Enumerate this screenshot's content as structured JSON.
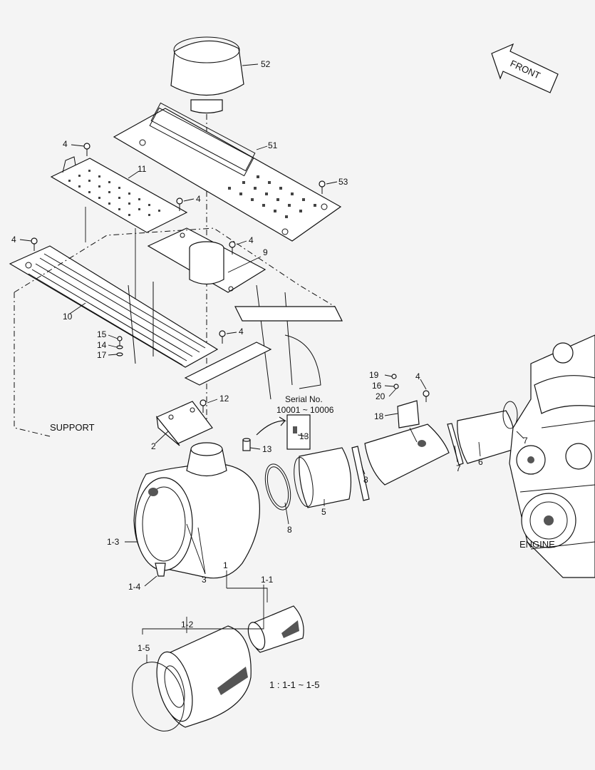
{
  "diagram": {
    "front_arrow_text": "FRONT",
    "support_label": "SUPPORT",
    "engine_label": "ENGINE",
    "serial_title": "Serial No.",
    "serial_range": "10001 ~ 10006",
    "kit_note": "1 : 1-1 ~ 1-5"
  },
  "callouts": {
    "c52": "52",
    "c51": "51",
    "c53": "53",
    "c11": "11",
    "c4a": "4",
    "c4b": "4",
    "c4c": "4",
    "c4d": "4",
    "c4e": "4",
    "c4f": "4",
    "c9": "9",
    "c10": "10",
    "c15": "15",
    "c14": "14",
    "c17": "17",
    "c12": "12",
    "c2": "2",
    "c13a": "13",
    "c13b": "13",
    "c19": "19",
    "c16": "16",
    "c20": "20",
    "c18": "18",
    "c7a": "7",
    "c7b": "7",
    "c6": "6",
    "c5": "5",
    "c8a": "8",
    "c8b": "8",
    "c1_3": "1-3",
    "c1_4": "1-4",
    "c3": "3",
    "c1": "1",
    "c1_1": "1-1",
    "c1_2": "1-2",
    "c1_5": "1-5"
  },
  "icons": [
    "front-arrow-icon",
    "air-cleaner-icon",
    "engine-icon"
  ]
}
